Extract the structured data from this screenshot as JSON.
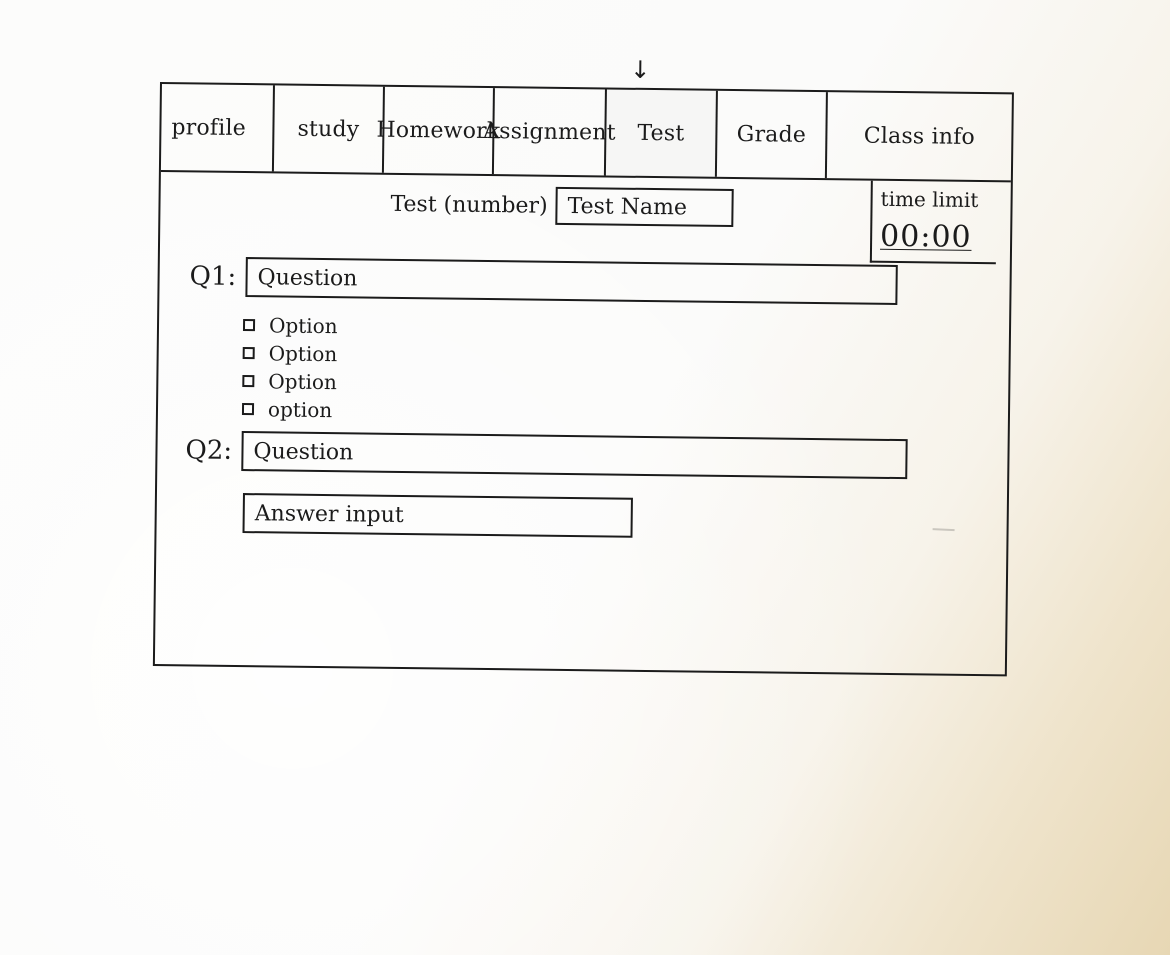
{
  "tabs": [
    {
      "label": "profile",
      "active": false
    },
    {
      "label": "study",
      "active": false
    },
    {
      "label": "Homework",
      "active": false
    },
    {
      "label": "Assignment",
      "active": false
    },
    {
      "label": "Test",
      "active": true
    },
    {
      "label": "Grade",
      "active": false
    },
    {
      "label": "Class info",
      "active": false
    }
  ],
  "header": {
    "test_label": "Test (number)",
    "test_name_value": "Test Name"
  },
  "timer": {
    "label": "time limit",
    "value": "00:00"
  },
  "questions": [
    {
      "label": "Q1:",
      "text": "Question",
      "options": [
        {
          "label": "Option",
          "checked": false
        },
        {
          "label": "Option",
          "checked": false
        },
        {
          "label": "Option",
          "checked": false
        },
        {
          "label": "option",
          "checked": false
        }
      ]
    },
    {
      "label": "Q2:",
      "text": "Question",
      "answer_placeholder": "Answer input"
    }
  ],
  "indicator": {
    "arrow_icon": "down-arrow-icon"
  }
}
